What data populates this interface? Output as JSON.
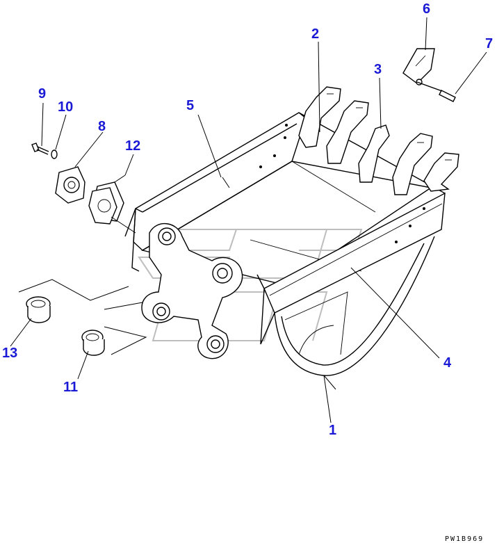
{
  "diagram": {
    "callouts": [
      {
        "id": "1",
        "label": "1"
      },
      {
        "id": "2",
        "label": "2"
      },
      {
        "id": "3",
        "label": "3"
      },
      {
        "id": "4",
        "label": "4"
      },
      {
        "id": "5",
        "label": "5"
      },
      {
        "id": "6",
        "label": "6"
      },
      {
        "id": "7",
        "label": "7"
      },
      {
        "id": "8",
        "label": "8"
      },
      {
        "id": "9",
        "label": "9"
      },
      {
        "id": "10",
        "label": "10"
      },
      {
        "id": "11",
        "label": "11"
      },
      {
        "id": "12",
        "label": "12"
      },
      {
        "id": "13",
        "label": "13"
      }
    ],
    "drawing_code": "PW1B969",
    "colors": {
      "callout": "#1a1ad6",
      "line": "#000000",
      "watermark": "#bdbdbd"
    }
  }
}
